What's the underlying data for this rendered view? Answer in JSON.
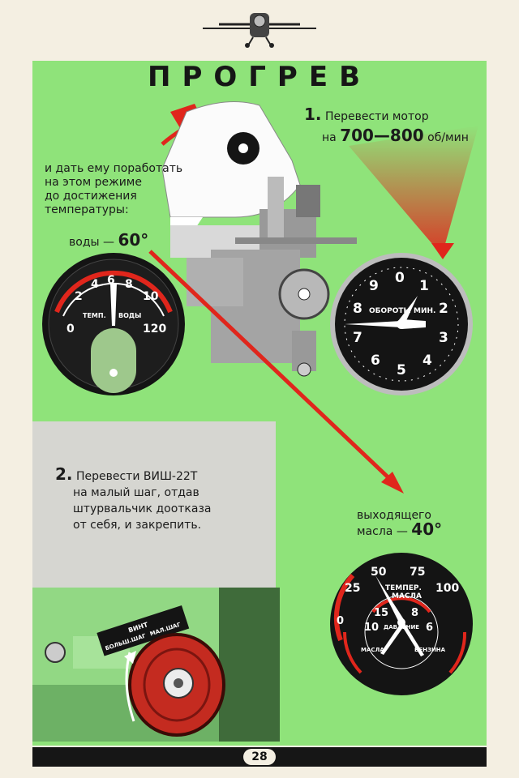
{
  "page": {
    "title": "ПРОГРЕВ",
    "page_number": "28"
  },
  "step1": {
    "number": "1.",
    "line1": "Перевести мотор",
    "line2_prefix": "на",
    "rpm_range": "700—800",
    "unit": "об/мин"
  },
  "run_text": {
    "line1": "и дать ему поработать",
    "line2": "на этом режиме",
    "line3": "до достижения",
    "line4": "температуры:"
  },
  "water": {
    "label": "воды —",
    "value": "60°",
    "gauge": {
      "caption_left": "ТЕМП.",
      "caption_right": "ВОДЫ",
      "ticks": [
        "0",
        "2",
        "4",
        "6",
        "8",
        "10",
        "120"
      ]
    }
  },
  "rpm_gauge": {
    "caption": "ОБОРОТЫ МИН.",
    "digits": [
      "0",
      "1",
      "2",
      "3",
      "4",
      "5",
      "6",
      "7",
      "8",
      "9"
    ]
  },
  "step2": {
    "number": "2.",
    "line1": "Перевести ВИШ-22Т",
    "line2": "на малый шаг, отдав",
    "line3": "штурвальчик доотказа",
    "line4": "от себя, и закрепить."
  },
  "pitch_plate": {
    "word1": "ВИНТ",
    "word2": "БОЛЬШ.ШАГ",
    "word3": "МАЛ.ШАГ"
  },
  "oil": {
    "label_line1": "выходящего",
    "label_line2": "масла —",
    "value": "40°",
    "gauge": {
      "outer_ticks": [
        "0",
        "25",
        "50",
        "75",
        "100"
      ],
      "inner_ticks": [
        "10",
        "15",
        "8",
        "6"
      ],
      "caption1": "ТЕМПЕР.",
      "caption2": "МАСЛА",
      "caption3": "ДАВЛЕНИЕ",
      "sub_left": "МАСЛА",
      "sub_right": "БЕНЗИНА"
    }
  },
  "colors": {
    "panel_green": "#8fe37a",
    "paper": "#f4efe2",
    "accent_red": "#e0261c",
    "gauge_black": "#141414"
  }
}
